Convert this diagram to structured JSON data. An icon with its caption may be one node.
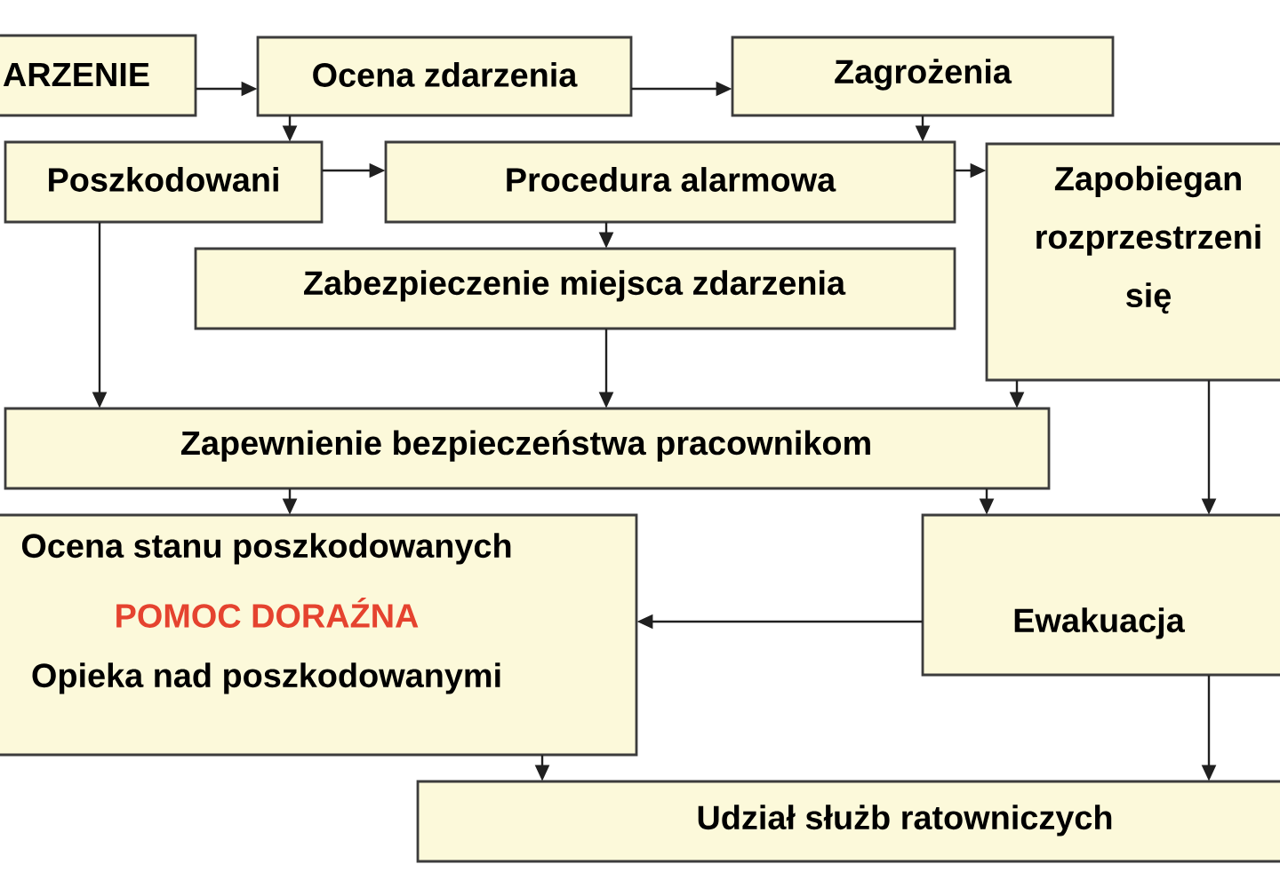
{
  "diagram": {
    "nodes": [
      {
        "text": [
          "ARZENIE"
        ]
      },
      {
        "text": [
          "Ocena zdarzenia"
        ]
      },
      {
        "text": [
          "Zagrożenia"
        ]
      },
      {
        "text": [
          "Poszkodowani"
        ]
      },
      {
        "text": [
          "Procedura alarmowa"
        ]
      },
      {
        "text": [
          "Zapobiegan rozprzestrzeni się"
        ]
      },
      {
        "text": [
          "Zabezpieczenie miejsca zdarzenia"
        ]
      },
      {
        "text": [
          "Zapewnienie bezpieczeństwa pracownikom"
        ]
      },
      {
        "text": [
          "Ocena stanu poszkodowanych",
          "POMOC DORAŹNA",
          "Opieka nad poszkodowanymi"
        ]
      },
      {
        "text": [
          "Ewakuacja"
        ]
      },
      {
        "text": [
          "Udział służb ratowniczych"
        ]
      }
    ],
    "edges": [
      {
        "from": 0,
        "to": 1,
        "arrow": "to"
      },
      {
        "from": 1,
        "to": 2,
        "arrow": "to"
      },
      {
        "from": 1,
        "to": 3,
        "arrow": "to"
      },
      {
        "from": 3,
        "to": 4,
        "arrow": "to"
      },
      {
        "from": 2,
        "to": 4,
        "arrow": "to"
      },
      {
        "from": 4,
        "to": 5,
        "arrow": "to"
      },
      {
        "from": 4,
        "to": 6,
        "arrow": "to"
      },
      {
        "from": 3,
        "to": 7,
        "arrow": "to"
      },
      {
        "from": 6,
        "to": 7,
        "arrow": "to"
      },
      {
        "from": 5,
        "to": 7,
        "arrow": "to"
      },
      {
        "from": 5,
        "to": 9,
        "arrow": "to"
      },
      {
        "from": 7,
        "to": 8,
        "arrow": "to"
      },
      {
        "from": 7,
        "to": 9,
        "arrow": "to"
      },
      {
        "from": 9,
        "to": 8,
        "arrow": "to"
      },
      {
        "from": 8,
        "to": 10,
        "arrow": "to"
      },
      {
        "from": 9,
        "to": 10,
        "arrow": "to"
      }
    ]
  }
}
